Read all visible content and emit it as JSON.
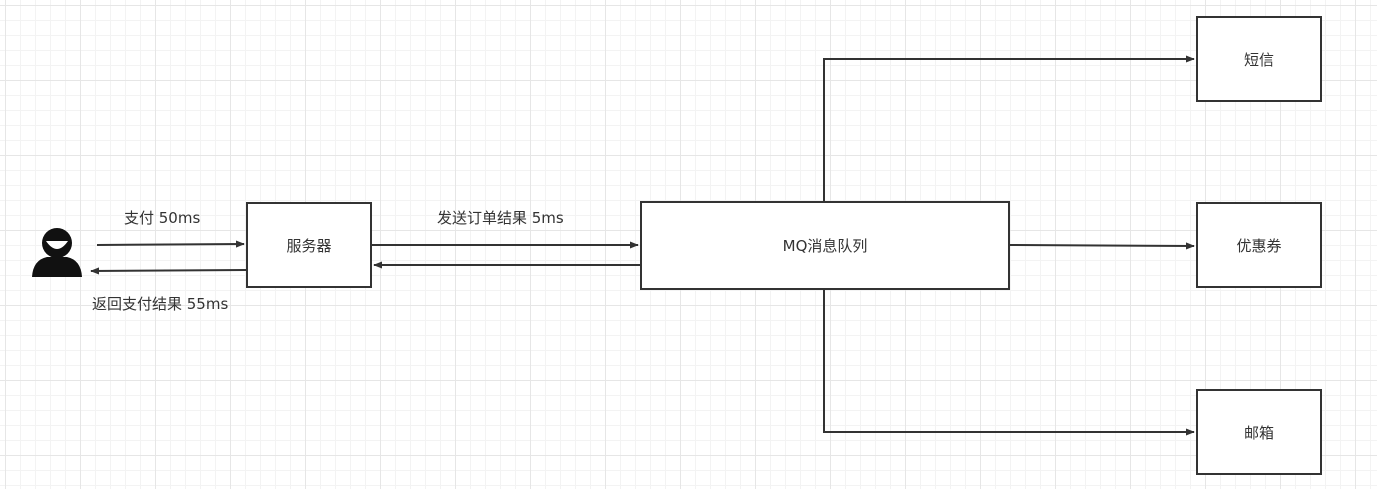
{
  "nodes": {
    "server": "服务器",
    "mq": "MQ消息队列",
    "sms": "短信",
    "coupon": "优惠券",
    "email": "邮箱"
  },
  "edges": {
    "pay": "支付 50ms",
    "return_result": "返回支付结果 55ms",
    "send_order": "发送订单结果 5ms"
  },
  "icons": {
    "user": "user-icon"
  },
  "colors": {
    "stroke": "#333333",
    "grid": "#e6e6e6",
    "background": "#ffffff"
  }
}
